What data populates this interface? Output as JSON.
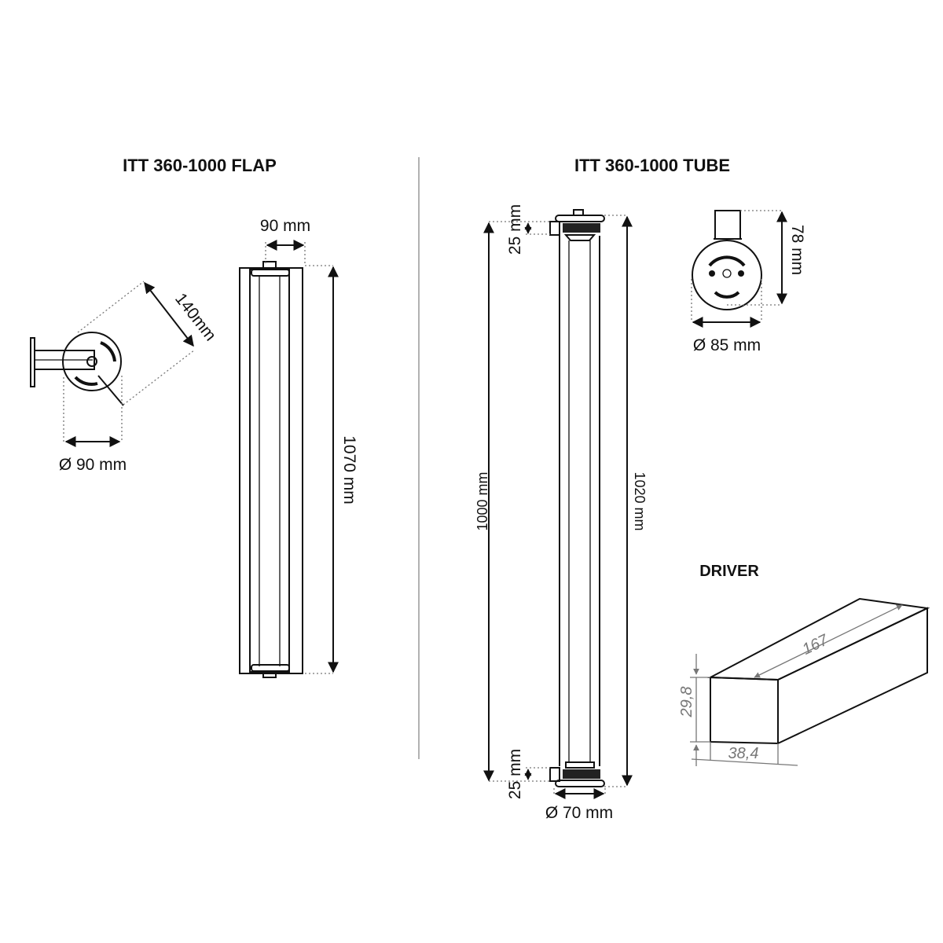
{
  "flap": {
    "title": "ITT 360-1000 FLAP",
    "depth_label": "140mm",
    "diameter_label": "Ø 90 mm",
    "width_label": "90 mm",
    "height_label": "1070 mm"
  },
  "tube": {
    "title": "ITT 360-1000 TUBE",
    "cap_top_label": "25 mm",
    "cap_bottom_label": "25 mm",
    "length_label": "1000 mm",
    "total_length_label": "1020 mm",
    "tube_diameter_label": "Ø 70 mm",
    "end_height_label": "78 mm",
    "end_diameter_label": "Ø 85 mm"
  },
  "driver": {
    "title": "DRIVER",
    "length_label": "167",
    "height_label": "29,8",
    "width_label": "38,4"
  }
}
